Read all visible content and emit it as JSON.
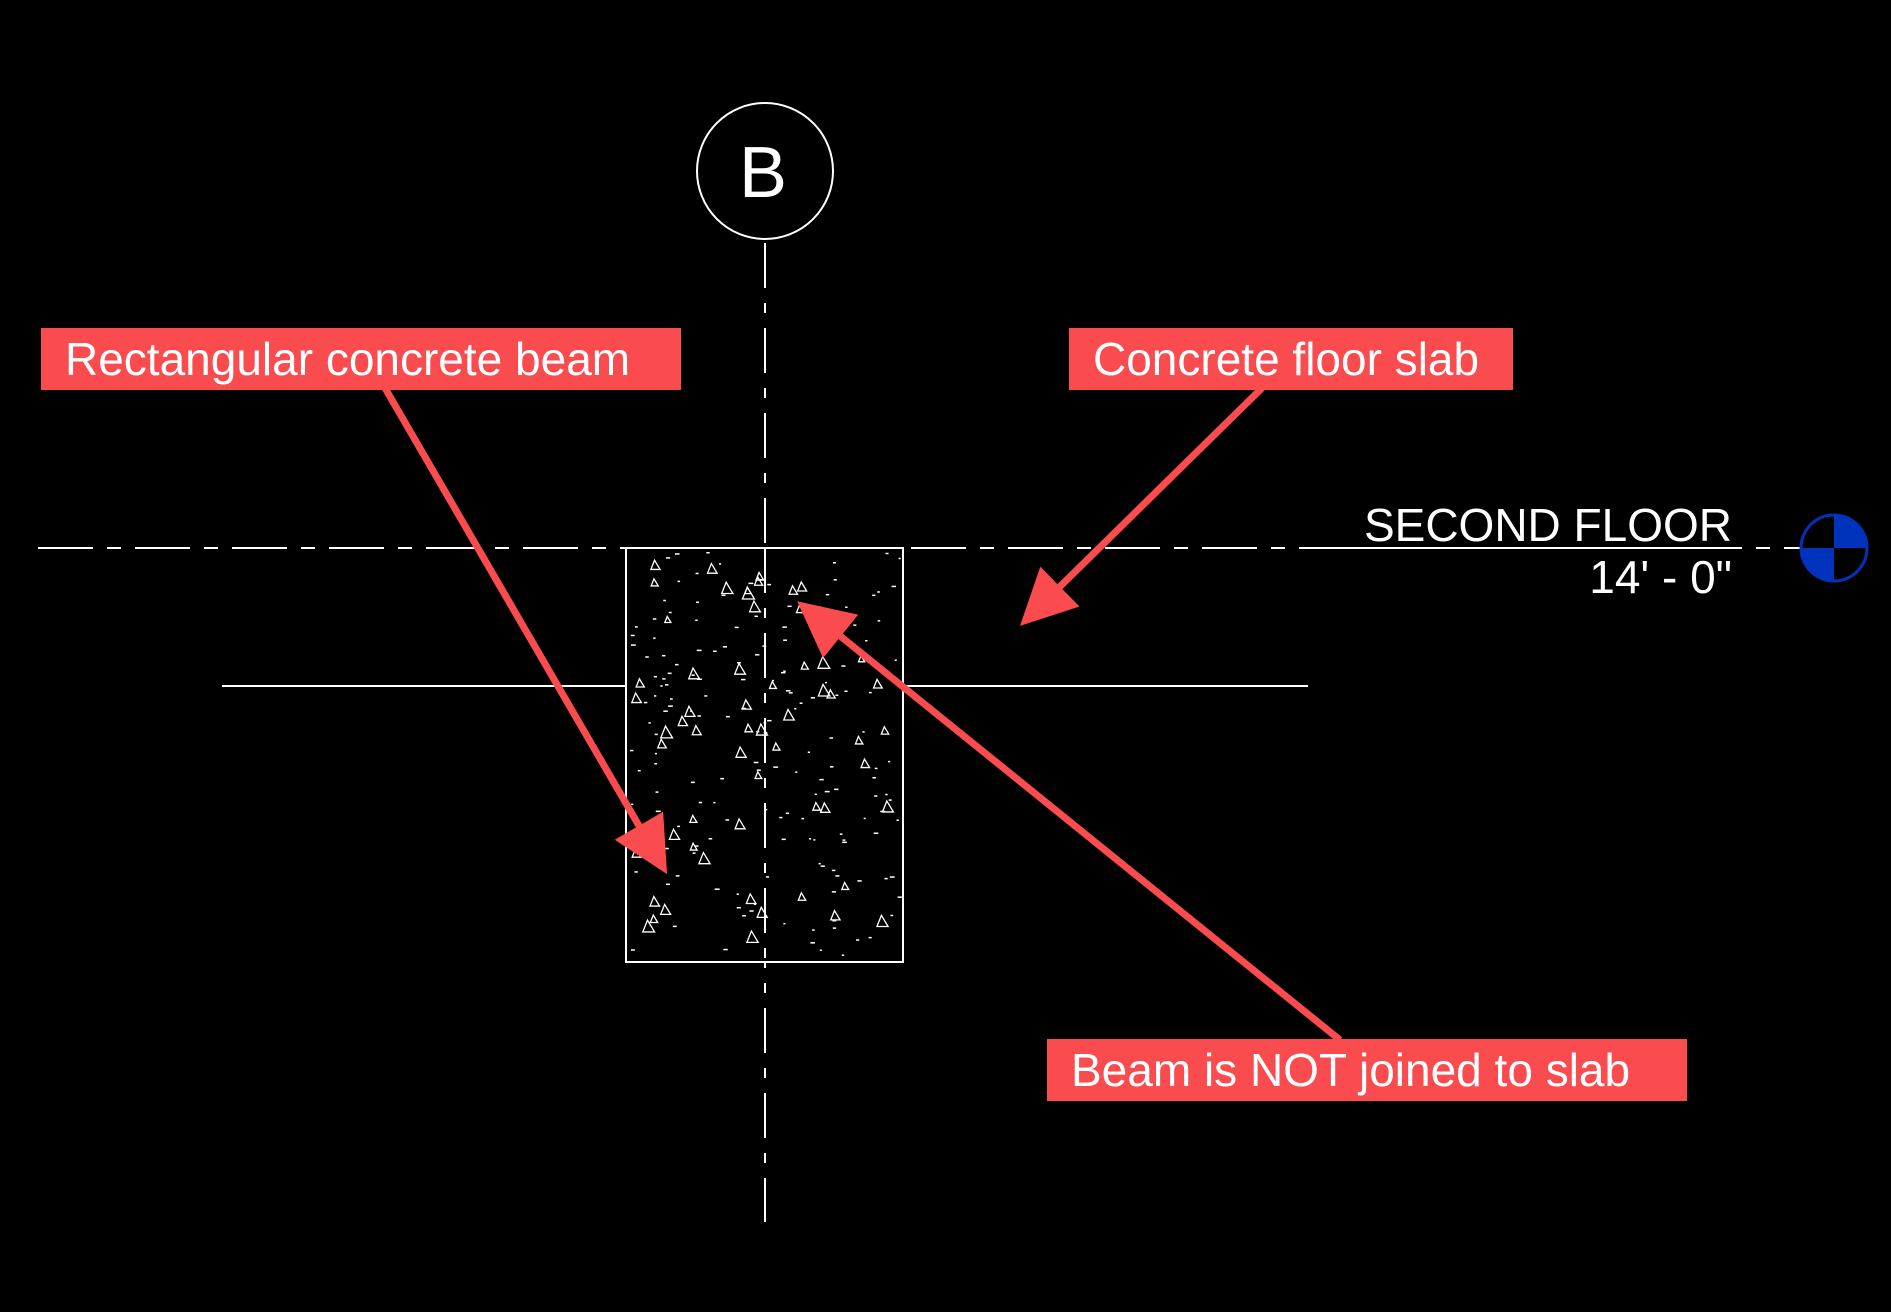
{
  "colors": {
    "background": "#000000",
    "linework": "#ffffff",
    "callout": "#fa4b4f",
    "callout_text": "#ffffff",
    "level_marker": "#0033bb"
  },
  "grid": {
    "tag": "B"
  },
  "level": {
    "name": "SECOND FLOOR",
    "elevation": "14' - 0\"",
    "icon": "level-head-icon"
  },
  "callouts": {
    "beam": "Rectangular concrete beam",
    "slab": "Concrete floor slab",
    "join": "Beam is NOT joined to slab"
  }
}
